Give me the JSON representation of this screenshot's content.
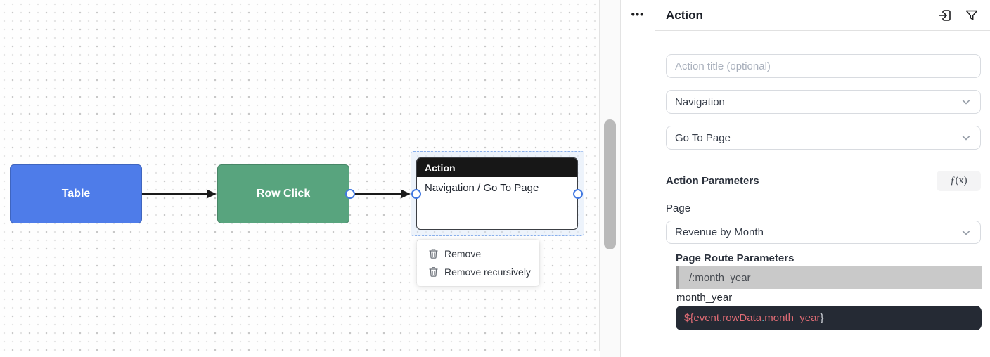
{
  "canvas": {
    "table_node": {
      "label": "Table"
    },
    "row_click_node": {
      "label": "Row Click"
    },
    "action_node": {
      "title": "Action",
      "subtitle": "Navigation / Go To Page"
    },
    "context_menu": {
      "remove": "Remove",
      "remove_recursively": "Remove recursively"
    }
  },
  "toolbar": {
    "more_icon": "•••"
  },
  "panel": {
    "title": "Action",
    "icons": [
      "import-icon",
      "filter-icon"
    ],
    "action_title_input": {
      "value": "",
      "placeholder": "Action title (optional)"
    },
    "action_type_select": {
      "value": "Navigation"
    },
    "action_subtype_select": {
      "value": "Go To Page"
    },
    "action_parameters_heading": "Action Parameters",
    "fx_button": "ƒ(x)",
    "page_label": "Page",
    "page_select": {
      "value": "Revenue by Month"
    },
    "route_params_heading": "Page Route Parameters",
    "route_pattern": "/:month_year",
    "param_label": "month_year",
    "param_code": {
      "open": "${",
      "obj": "event",
      "dot1": ".",
      "prop1": "rowData",
      "dot2": ".",
      "prop2": "month_year",
      "close": "}"
    }
  },
  "colors": {
    "table_node": "#4e7ce9",
    "row_click_node": "#58a47e",
    "action_header": "#171717",
    "selection_border": "#8ab0ec",
    "handle_ring": "#4178e1",
    "route_bar_bg": "#c9c9c9",
    "code_bg": "#252a34",
    "code_red": "#e06c75",
    "code_cyan": "#56b6c2"
  }
}
